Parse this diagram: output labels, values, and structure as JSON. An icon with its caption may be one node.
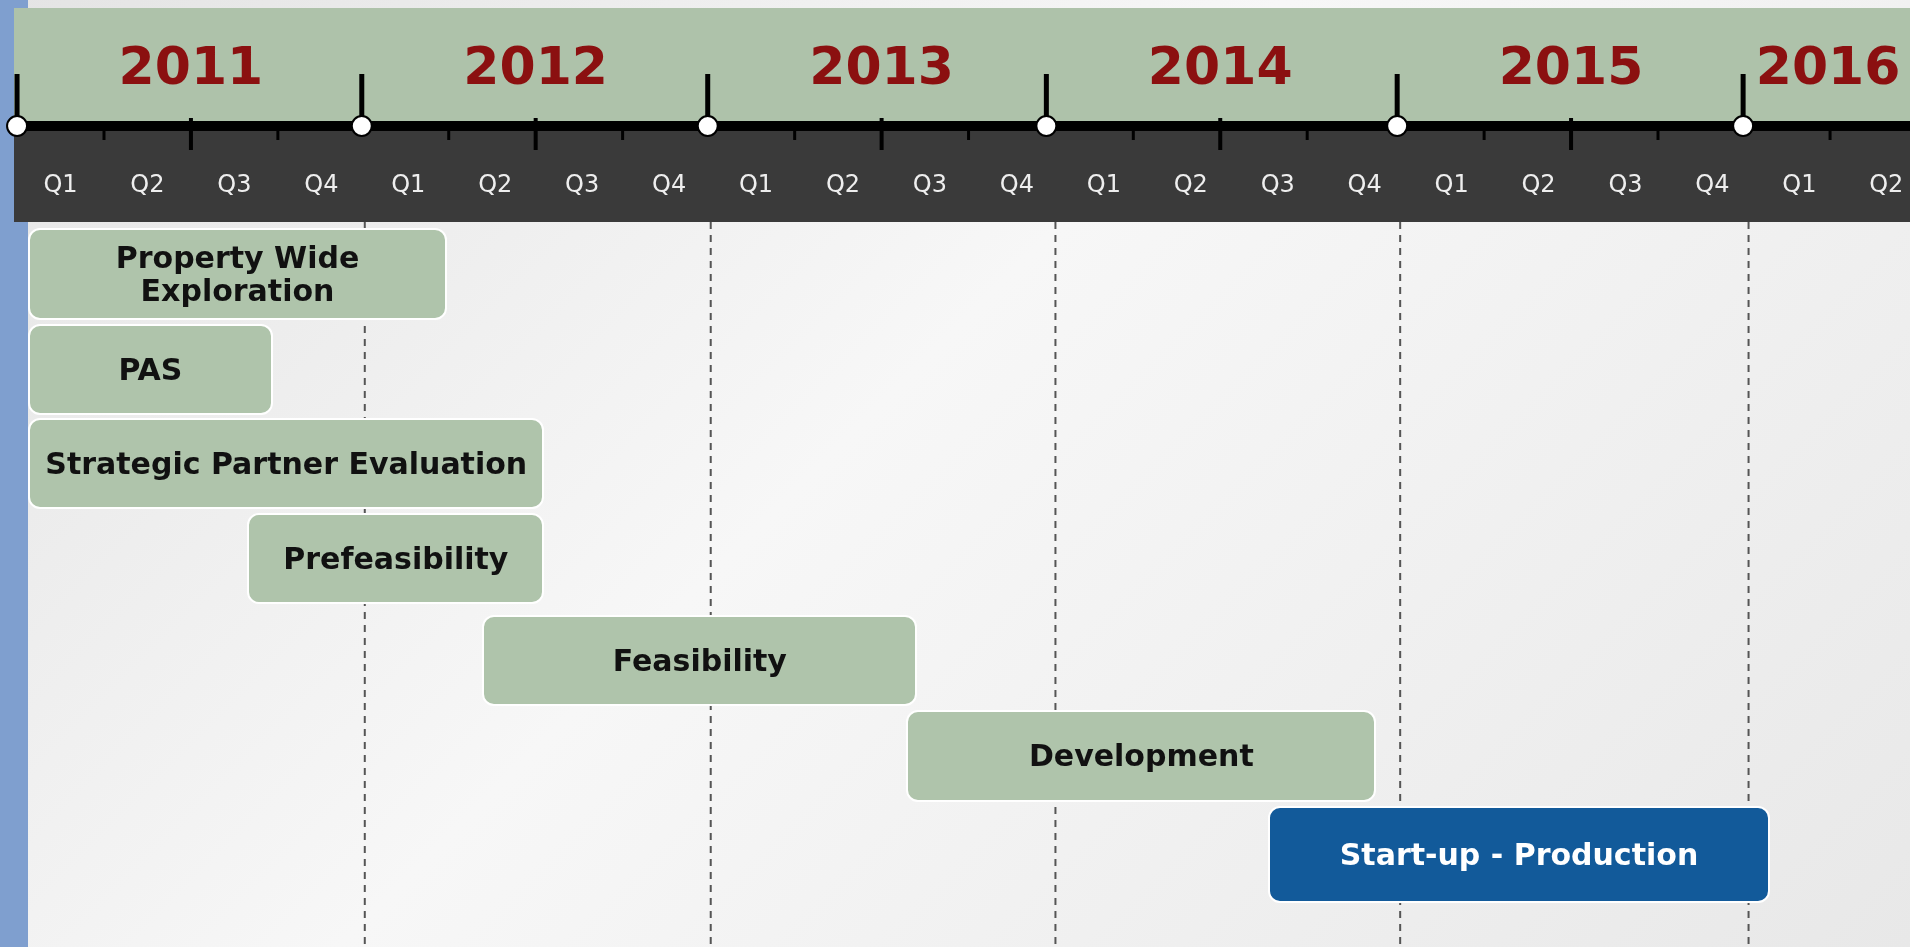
{
  "diagram": {
    "nodes": [
      {
        "text": [
          "Property Wide Exploration"
        ]
      },
      {
        "text": [
          "PAS"
        ]
      },
      {
        "text": [
          "Strategic Partner Evaluation"
        ]
      },
      {
        "text": [
          "Prefeasibility"
        ]
      },
      {
        "text": [
          "Feasibility"
        ]
      },
      {
        "text": [
          "Development"
        ]
      },
      {
        "text": [
          "Start-up - Production"
        ]
      }
    ],
    "labels": [
      "2011",
      "2012",
      "2013",
      "2014",
      "2015",
      "2016",
      "Q1",
      "Q2",
      "Q3",
      "Q4",
      "Q1",
      "Q2",
      "Q3",
      "Q4",
      "Q1",
      "Q2",
      "Q3",
      "Q4",
      "Q1",
      "Q2",
      "Q3",
      "Q4",
      "Q1",
      "Q2",
      "Q3",
      "Q4",
      "Q1",
      "Q2"
    ]
  }
}
